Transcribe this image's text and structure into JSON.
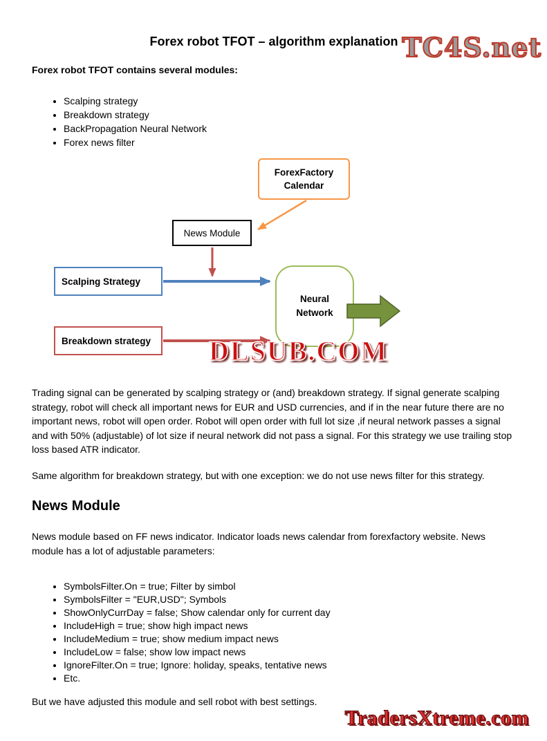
{
  "logos": {
    "top_right": "TC4S.net",
    "bottom_right": "TradersXtreme.com",
    "diagram_watermark": "DLSUB.COM"
  },
  "title": "Forex robot TFOT – algorithm explanation",
  "intro": {
    "heading": "Forex robot TFOT contains several modules:",
    "modules": [
      "Scalping strategy",
      "Breakdown strategy",
      "BackPropagation Neural Network",
      "Forex news filter"
    ]
  },
  "diagram": {
    "forexfactory_line1": "ForexFactory",
    "forexfactory_line2": "Calendar",
    "news_module": "News Module",
    "scalping": "Scalping Strategy",
    "neural_line1": "Neural",
    "neural_line2": "Network",
    "breakdown": "Breakdown strategy",
    "colors": {
      "orange_arrow": "#f79646",
      "blue_arrow": "#4f81bd",
      "red_arrow": "#c0504d",
      "neural_border": "#9bbb59",
      "green_arrow_fill": "#76923c",
      "green_arrow_stroke": "#4f6228",
      "news_border": "#000000"
    }
  },
  "body": {
    "p1": "Trading signal can be generated by scalping strategy or (and) breakdown strategy. If signal generate scalping strategy, robot will check all important news for EUR and USD currencies, and if in the near future there are no important news, robot will open order. Robot will open order with full lot size ,if neural network passes a signal and with 50% (adjustable) of lot size if neural network did not pass a signal. For this strategy we use trailing stop loss based ATR indicator.",
    "p2": "Same algorithm for breakdown strategy, but with one exception: we do not use news filter for this strategy."
  },
  "news_section": {
    "heading": "News Module",
    "intro": "News module based on FF news indicator. Indicator loads news calendar from forexfactory website. News module has a lot of adjustable parameters:",
    "params": [
      "SymbolsFilter.On = true; Filter by simbol",
      "SymbolsFilter = \"EUR,USD\"; Symbols",
      "ShowOnlyCurrDay = false; Show calendar only for current day",
      "IncludeHigh = true; show high impact news",
      "IncludeMedium = true; show medium impact news",
      "IncludeLow = false; show low impact news",
      "IgnoreFilter.On = true; Ignore: holiday, speaks, tentative news",
      "Etc."
    ],
    "outro": "But we have adjusted this module and sell robot with best settings."
  }
}
